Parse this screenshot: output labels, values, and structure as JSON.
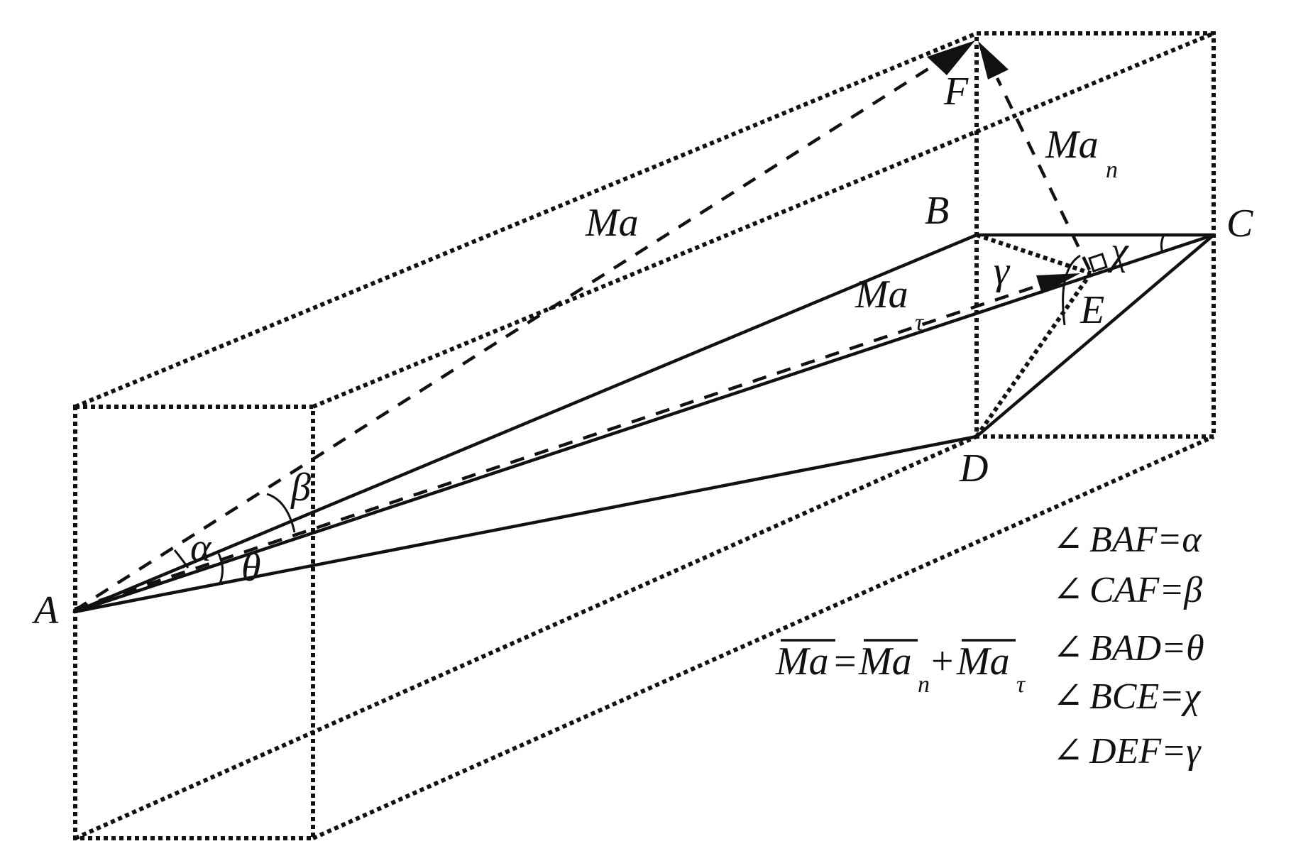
{
  "points": {
    "A": "A",
    "B": "B",
    "C": "C",
    "D": "D",
    "E": "E",
    "F": "F"
  },
  "vectors": {
    "ma": "Ma",
    "ma_n_base": "Ma",
    "ma_n_sub": "n",
    "ma_tau_base": "Ma",
    "ma_tau_sub": "τ"
  },
  "angle_marks": {
    "alpha": "α",
    "beta": "β",
    "theta": "θ",
    "gamma": "γ",
    "chi": "χ"
  },
  "equation": {
    "lhs": "Ma",
    "eq": "=",
    "term1": "Ma",
    "term1_sub": "n",
    "plus": "+",
    "term2": "Ma",
    "term2_sub": "τ"
  },
  "legend": [
    {
      "symbol": "∠",
      "text": "BAF=α"
    },
    {
      "symbol": "∠",
      "text": "CAF=β"
    },
    {
      "symbol": "∠",
      "text": "BAD=θ"
    },
    {
      "symbol": "∠",
      "text": "BCE=χ"
    },
    {
      "symbol": "∠",
      "text": "DEF=γ"
    }
  ]
}
